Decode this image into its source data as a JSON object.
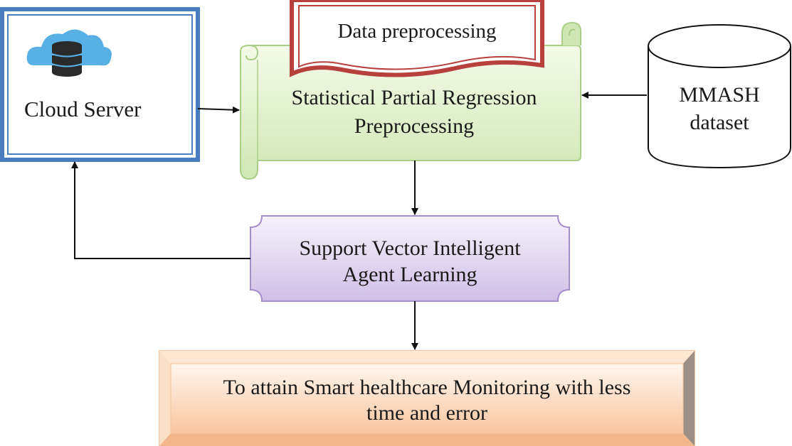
{
  "nodes": {
    "cloud_server": {
      "label": "Cloud Server",
      "icon": "cloud-database-icon"
    },
    "data_preprocessing": {
      "label": "Data preprocessing"
    },
    "regression": {
      "line1": "Statistical Partial Regression",
      "line2": "Preprocessing"
    },
    "dataset": {
      "line1": "MMASH",
      "line2": "dataset"
    },
    "svm_agent": {
      "line1": "Support Vector Intelligent",
      "line2": "Agent Learning"
    },
    "goal": {
      "line1": "To attain Smart healthcare Monitoring with less",
      "line2": "time and error"
    }
  },
  "colors": {
    "cloud_border": "#4a7cc0",
    "banner_border": "#b8403c",
    "scroll_fill": "#d4ebbc",
    "scroll_border": "#a9cf86",
    "plaque_fill": "#d8ccec",
    "plaque_border": "#a48fcc",
    "bevel_fill": "#fbd3b4",
    "bevel_border": "#f6c79a",
    "cloud_icon": "#58b0e4",
    "db_icon": "#2a2a2a"
  }
}
